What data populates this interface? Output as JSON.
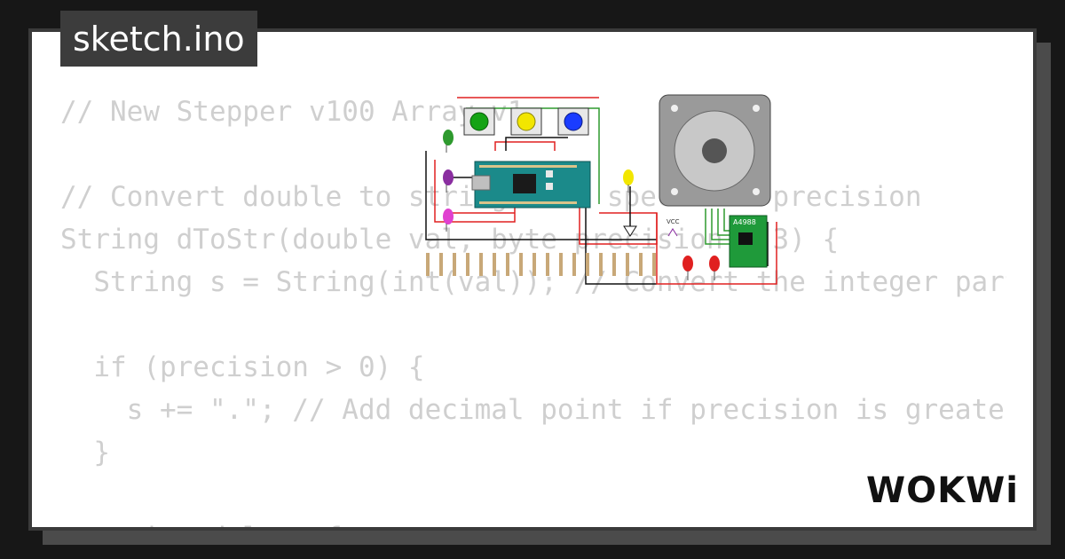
{
  "tab": {
    "label": "sketch.ino"
  },
  "code": {
    "lines": [
      "// New Stepper v100 Array v1",
      "",
      "// Convert double to string with specified precision",
      "String dToStr(double val, byte precision = 3) {",
      "  String s = String(int(val)); // Convert the integer part",
      "",
      "  if (precision > 0) {",
      "    s += \".\"; // Add decimal point if precision is greater",
      "  }",
      "",
      "  unsigned long frac;"
    ]
  },
  "circuit": {
    "driver_label": "A4988",
    "vcc_label": "VCC",
    "button_colors": [
      "#14a314",
      "#f2e600",
      "#1a3cff"
    ],
    "led_colors": [
      "#2e9a2e",
      "#8a2ea0",
      "#e040d0",
      "#f2e600",
      "#e02020",
      "#e02020"
    ],
    "board_color": "#1b8a8a",
    "wire_colors": {
      "power": "#e02020",
      "ground": "#111111",
      "signal": "#2e9a2e"
    }
  },
  "brand": {
    "logo_text": "WOKWi"
  }
}
